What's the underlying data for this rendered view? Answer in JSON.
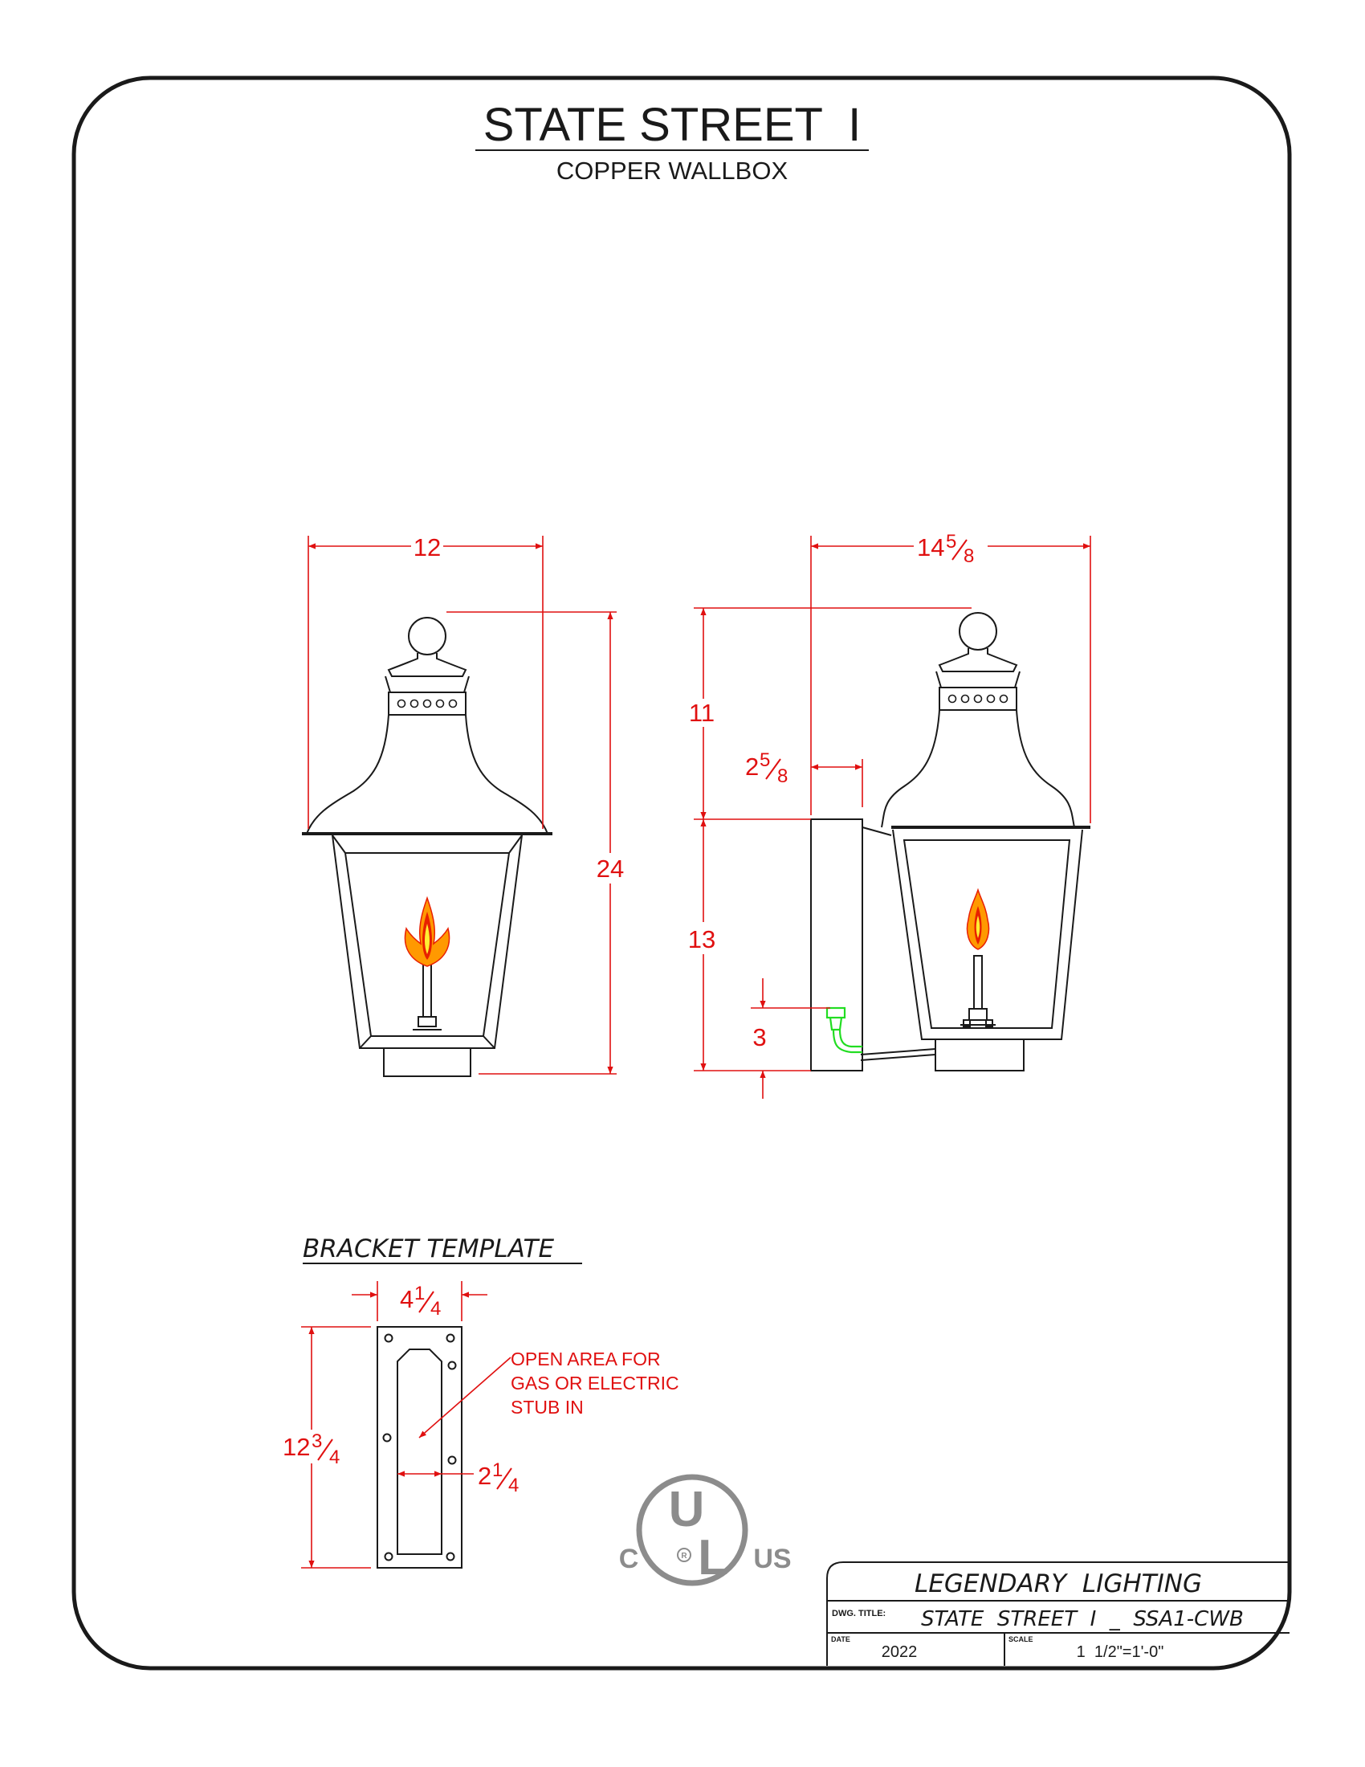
{
  "title": "STATE STREET  I",
  "subtitle": "COPPER WALLBOX",
  "colors": {
    "line": "#1a1a1a",
    "dimension": "#e01010",
    "flame_outer": "#ff9900",
    "flame_inner": "#e82000",
    "flame_core": "#ffee33",
    "fitting": "#22dd22",
    "ul_mark": "#8c8c8c"
  },
  "front_view": {
    "width_dim": "12",
    "height_dim": "24"
  },
  "side_view": {
    "width_dim_whole": "14",
    "width_dim_num": "5",
    "width_dim_den": "8",
    "top_dim": "11",
    "offset_dim_whole": "2",
    "offset_dim_num": "5",
    "offset_dim_den": "8",
    "mid_dim": "13",
    "bottom_dim": "3"
  },
  "bracket_template": {
    "label": "BRACKET TEMPLATE",
    "width_whole": "4",
    "width_num": "1",
    "width_den": "4",
    "height_whole": "12",
    "height_num": "3",
    "height_den": "4",
    "inner_whole": "2",
    "inner_num": "1",
    "inner_den": "4",
    "note_line1": "OPEN AREA FOR",
    "note_line2": "GAS OR ELECTRIC",
    "note_line3": "STUB IN"
  },
  "ul_mark": {
    "u": "U",
    "l": "L",
    "c": "C",
    "us": "US",
    "r": "R"
  },
  "title_block": {
    "company": "LEGENDARY  LIGHTING",
    "dwg_label": "DWG. TITLE:",
    "dwg_title": "STATE  STREET  I  _  SSA1-CWB",
    "date_label": "DATE",
    "date": "2022",
    "scale_label": "SCALE",
    "scale": "1  1/2\"=1'-0\""
  }
}
